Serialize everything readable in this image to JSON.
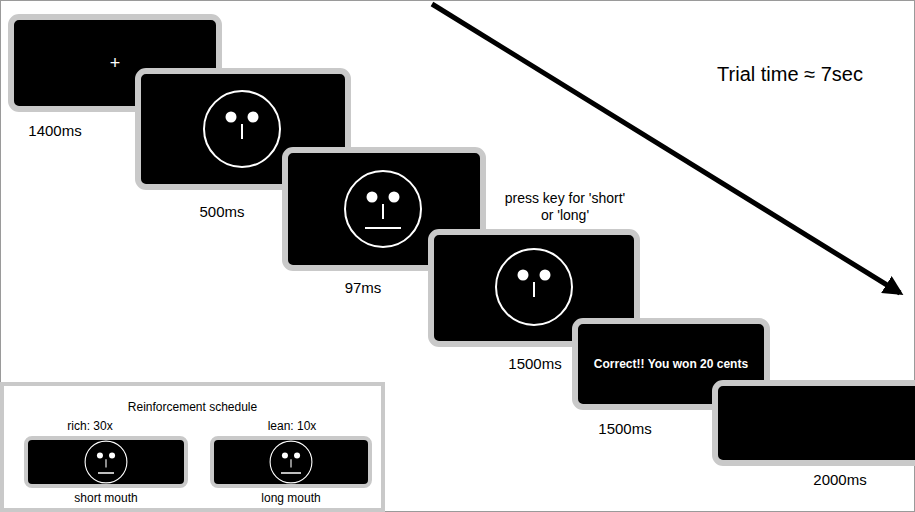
{
  "diagram": {
    "nodes": [
      {
        "text": [
          "+"
        ]
      },
      {
        "text": [
          "Correct!! You won 20 cents"
        ]
      },
      {
        "text": [
          "Reinforcement schedule"
        ]
      }
    ],
    "labels": [
      "1400ms",
      "500ms",
      "97ms",
      "press key for 'short' or 'long'",
      "1500ms",
      "1500ms",
      "2000ms",
      "Trial time ≈ 7sec",
      "rich: 30x",
      "lean: 10x",
      "short mouth",
      "long mouth"
    ]
  }
}
